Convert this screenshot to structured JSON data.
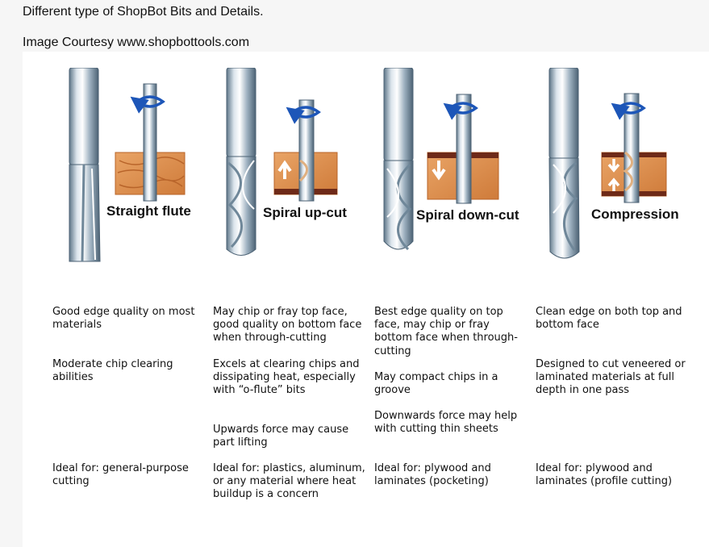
{
  "page": {
    "heading": "Different type of ShopBot Bits and Details.",
    "credit": "Image Courtesy www.shopbottools.com"
  },
  "bits": [
    {
      "name": "Straight flute",
      "edge": "Good edge quality on most materials",
      "chips": "Moderate chip clearing abilities",
      "extra": "",
      "ideal": "Ideal for: general-purpose cutting"
    },
    {
      "name": "Spiral up-cut",
      "edge": "May chip or fray top face, good quality on bottom face when through-cutting",
      "chips": "Excels at clearing chips and dissipating heat, especially with “o-flute” bits",
      "extra": "Upwards force may cause part lifting",
      "ideal": "Ideal for: plastics, aluminum, or any material where heat buildup is a concern"
    },
    {
      "name": "Spiral down-cut",
      "edge": "Best edge quality on top face, may chip or fray bottom face when through-cutting",
      "chips": "May compact chips in a groove",
      "extra": "Downwards force may help with cutting thin sheets",
      "ideal": "Ideal for: plywood and laminates (pocketing)"
    },
    {
      "name": "Compression",
      "edge": "Clean edge on both top and bottom face",
      "chips": "Designed to cut veneered or laminated materials at full depth in one pass",
      "extra": "",
      "ideal": "Ideal for: plywood and laminates (profile cutting)"
    }
  ],
  "colors": {
    "steel_light": "#e8eef3",
    "steel_dark": "#6f8799",
    "wood": "#d98a45",
    "wood_grain": "#b8642a",
    "wood_dark": "#6e2a18",
    "arrow_blue": "#1d56b8"
  }
}
